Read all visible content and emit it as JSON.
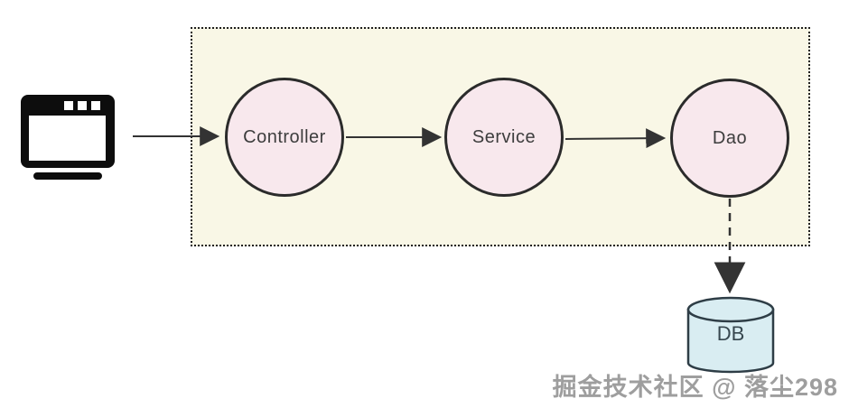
{
  "page": {
    "watermark": "掘金技术社区 @ 落尘298"
  },
  "diagram": {
    "client_icon": "browser-window-icon",
    "nodes": [
      {
        "id": "controller",
        "label": "Controller"
      },
      {
        "id": "service",
        "label": "Service"
      },
      {
        "id": "dao",
        "label": "Dao"
      }
    ],
    "database": {
      "label": "DB",
      "shape": "cylinder"
    },
    "edges": [
      {
        "from": "client",
        "to": "controller",
        "style": "solid"
      },
      {
        "from": "controller",
        "to": "service",
        "style": "solid"
      },
      {
        "from": "service",
        "to": "dao",
        "style": "solid"
      },
      {
        "from": "dao",
        "to": "db",
        "style": "dashed"
      }
    ],
    "colors": {
      "boundary_fill": "#f9f7e6",
      "boundary_border": "#1f1f1f",
      "node_fill": "#f8e8ed",
      "node_border": "#2b2b2b",
      "db_fill": "#d9edf2",
      "db_border": "#2e3d46",
      "arrow": "#333333",
      "watermark_text": "#9e9e9e"
    }
  }
}
